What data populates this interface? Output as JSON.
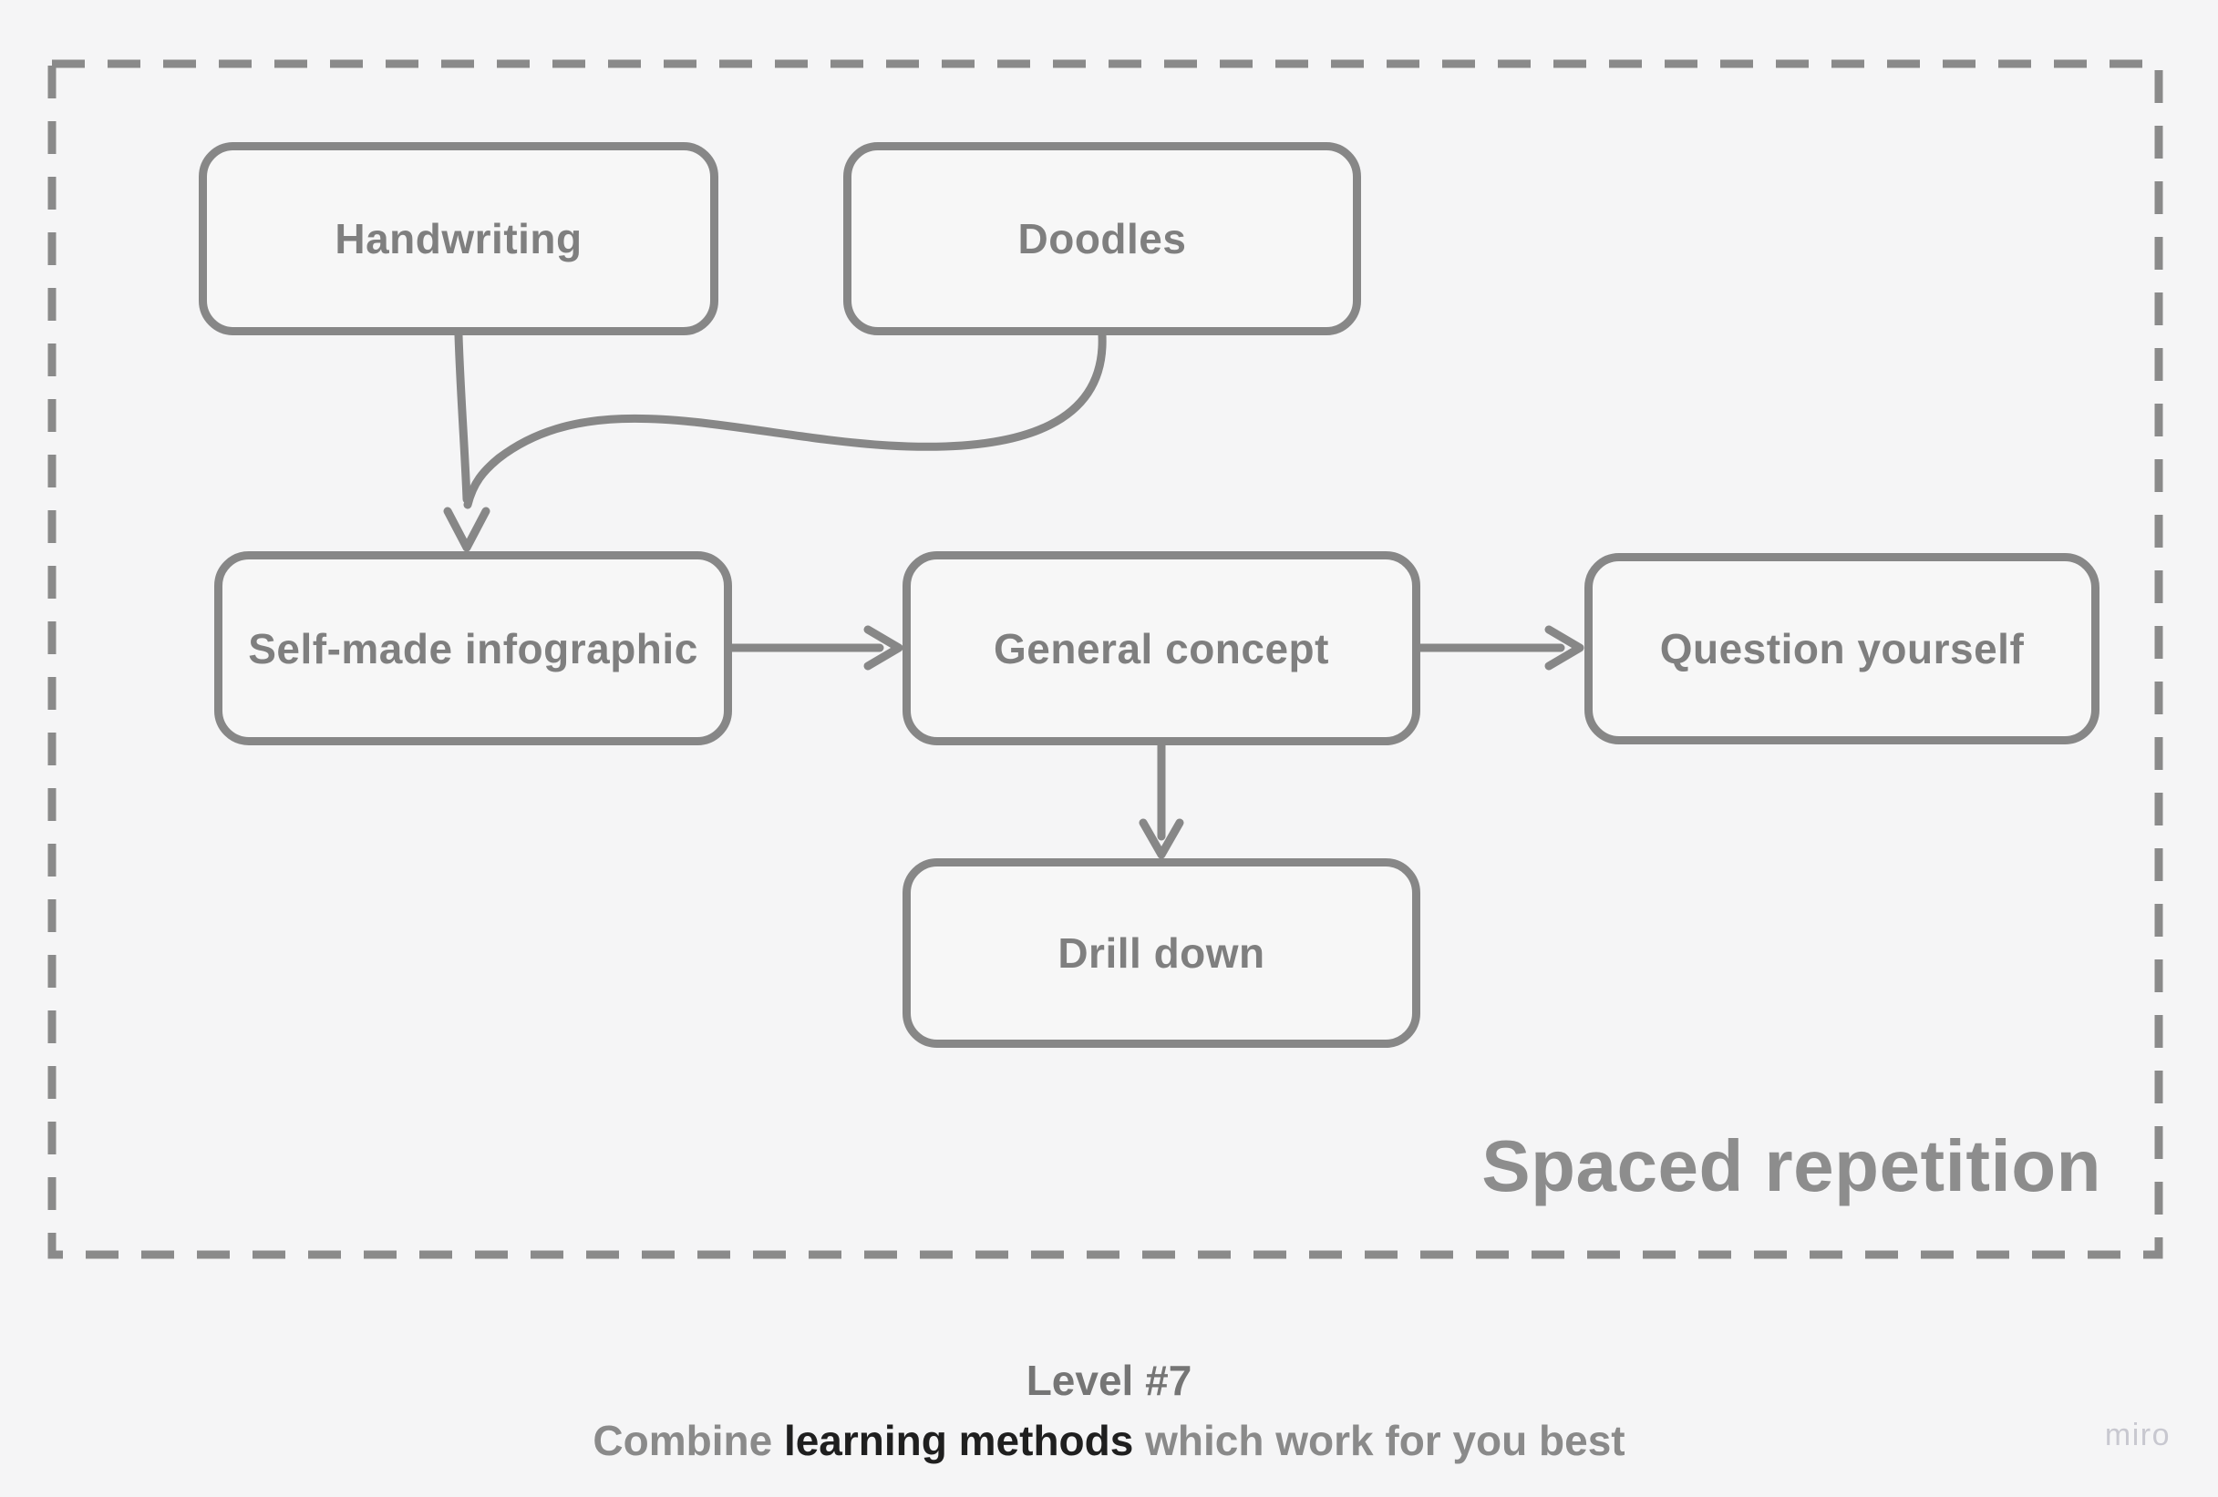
{
  "frame": {
    "title": "Spaced repetition",
    "border_color": "#8a8a8a"
  },
  "nodes": [
    {
      "label": "Handwriting"
    },
    {
      "label": "Doodles"
    },
    {
      "label": "Self-made infographic"
    },
    {
      "label": "General concept"
    },
    {
      "label": "Question yourself"
    },
    {
      "label": "Drill down"
    }
  ],
  "connectors": [
    {
      "from": "Handwriting",
      "to": "Self-made infographic"
    },
    {
      "from": "Doodles",
      "to": "Self-made infographic"
    },
    {
      "from": "Self-made infographic",
      "to": "General concept"
    },
    {
      "from": "General concept",
      "to": "Question yourself"
    },
    {
      "from": "General concept",
      "to": "Drill down"
    }
  ],
  "caption": {
    "level": "Level #7",
    "subtitle_prefix": "Combine ",
    "subtitle_bold": "learning methods",
    "subtitle_suffix": " which work for you best"
  },
  "watermark": "miro",
  "colors": {
    "background": "#f5f5f6",
    "shape_stroke": "#878787",
    "shape_label": "#7f7f7f",
    "frame_title": "#8d8d8d",
    "caption_gray": "#8a8a8a",
    "caption_dark": "#1f1f1f",
    "watermark_gray": "#c8c8d0"
  }
}
